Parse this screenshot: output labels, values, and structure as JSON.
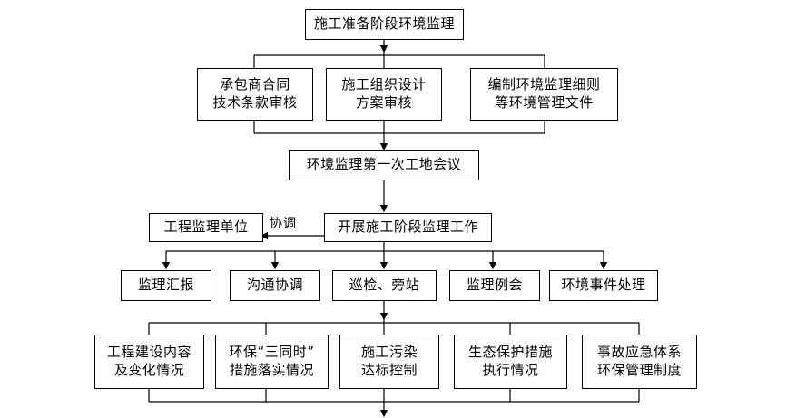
{
  "diagram": {
    "title_box": {
      "lines": [
        "施工准备阶段环境监理"
      ]
    },
    "prep_tasks": [
      {
        "lines": [
          "承包商合同",
          "技术条款审核"
        ]
      },
      {
        "lines": [
          "施工组织设计",
          "方案审核"
        ]
      },
      {
        "lines": [
          "编制环境监理细则",
          "等环境管理文件"
        ]
      }
    ],
    "meeting_box": {
      "lines": [
        "环境监理第一次工地会议"
      ]
    },
    "supervision_unit_box": {
      "lines": [
        "工程监理单位"
      ]
    },
    "construction_stage_box": {
      "lines": [
        "开展施工阶段监理工作"
      ]
    },
    "coordination_label": "协调",
    "activities": [
      {
        "lines": [
          "监理汇报"
        ]
      },
      {
        "lines": [
          "沟通协调"
        ]
      },
      {
        "lines": [
          "巡检、旁站"
        ]
      },
      {
        "lines": [
          "监理例会"
        ]
      },
      {
        "lines": [
          "环境事件处理"
        ]
      }
    ],
    "inspection_items": [
      {
        "lines": [
          "工程建设内容",
          "及变化情况"
        ]
      },
      {
        "lines": [
          "环保“三同时”",
          "措施落实情况"
        ]
      },
      {
        "lines": [
          "施工污染",
          "达标控制"
        ]
      },
      {
        "lines": [
          "生态保护措施",
          "执行情况"
        ]
      },
      {
        "lines": [
          "事故应急体系",
          "环保管理制度"
        ]
      }
    ],
    "colors": {
      "stroke": "#000000",
      "fill": "#ffffff",
      "text": "#000000"
    }
  }
}
